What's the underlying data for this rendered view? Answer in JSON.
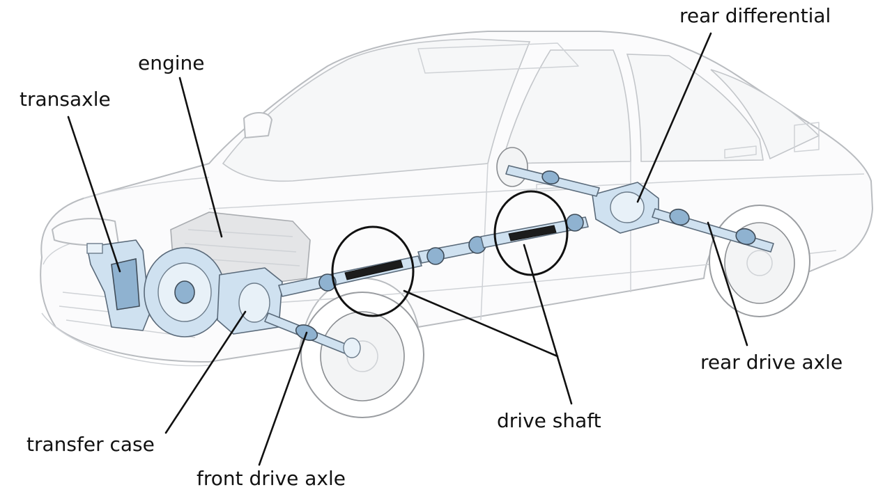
{
  "labels": {
    "transaxle": "transaxle",
    "engine": "engine",
    "rear_differential": "rear differential",
    "rear_drive_axle": "rear drive axle",
    "drive_shaft": "drive shaft",
    "transfer_case": "transfer case",
    "front_drive_axle": "front drive axle"
  },
  "colors": {
    "drivetrain_parts": "#cfe1f0",
    "drivetrain_outline": "#5a6a7a",
    "car_outline": "#b9bcc0",
    "labels_and_leaders": "#111111"
  }
}
